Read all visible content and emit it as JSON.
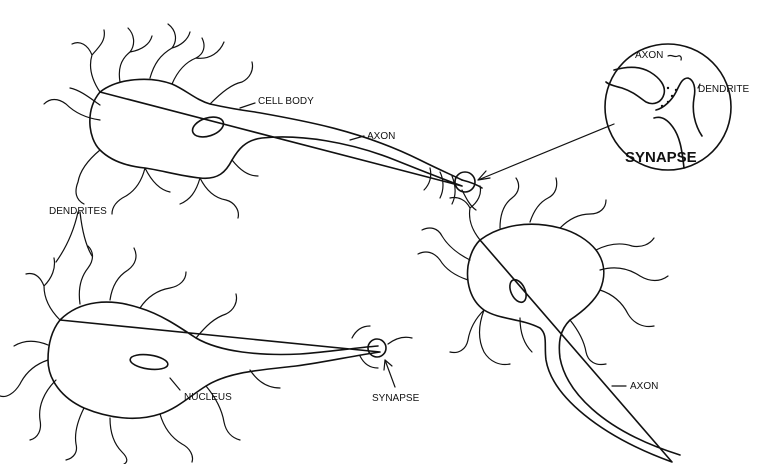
{
  "diagram": {
    "labels": {
      "cell_body": "CELL BODY",
      "axon_top": "AXON",
      "dendrites": "DENDRITES",
      "nucleus": "NUCLEUS",
      "synapse_lower": "SYNAPSE",
      "axon_bottom": "AXON"
    },
    "inset": {
      "title": "SYNAPSE",
      "axon_label": "AXON",
      "dendrite_label": "DENDRITE"
    }
  }
}
